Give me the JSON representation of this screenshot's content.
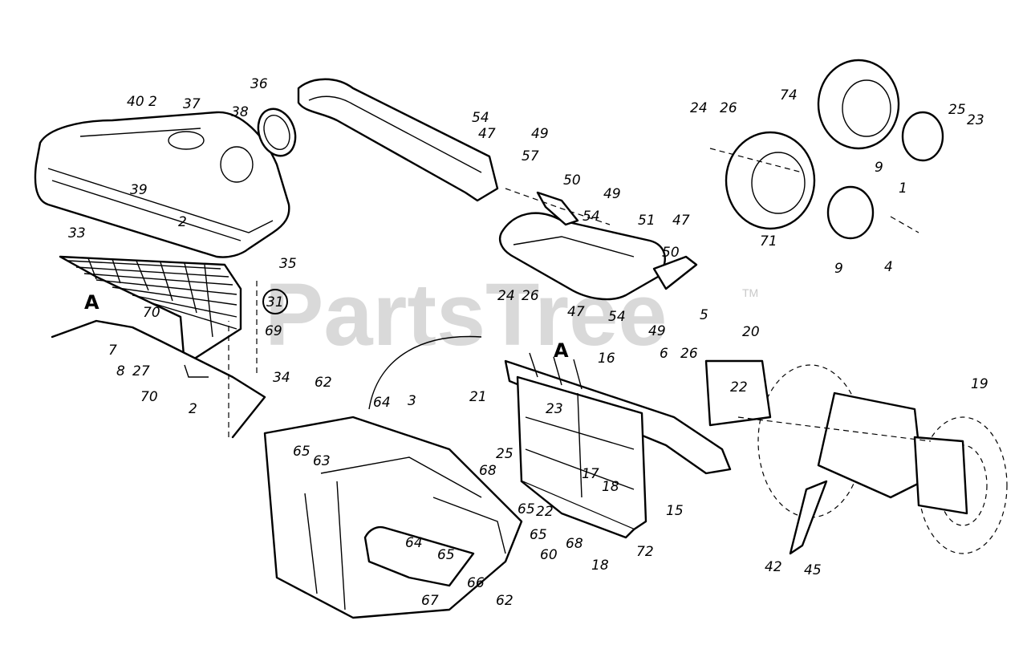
{
  "watermark": {
    "text": "PartsTree",
    "trademark": "TM"
  },
  "callouts": {
    "group": "31",
    "view_a": "A",
    "view_a2": "A"
  },
  "labels": [
    "40",
    "2",
    "37",
    "38",
    "39",
    "36",
    "2",
    "33",
    "35",
    "A",
    "70",
    "7",
    "8",
    "27",
    "70",
    "2",
    "69",
    "34",
    "62",
    "64",
    "3",
    "65",
    "63",
    "54",
    "49",
    "47",
    "57",
    "50",
    "49",
    "54",
    "51",
    "47",
    "50",
    "47",
    "54",
    "49",
    "24",
    "26",
    "A",
    "16",
    "5",
    "20",
    "21",
    "23",
    "6",
    "26",
    "22",
    "25",
    "68",
    "17",
    "18",
    "65",
    "22",
    "15",
    "65",
    "68",
    "18",
    "72",
    "64",
    "65",
    "60",
    "66",
    "62",
    "67",
    "24",
    "26",
    "74",
    "25",
    "23",
    "9",
    "1",
    "71",
    "9",
    "4",
    "19",
    "42",
    "45"
  ]
}
